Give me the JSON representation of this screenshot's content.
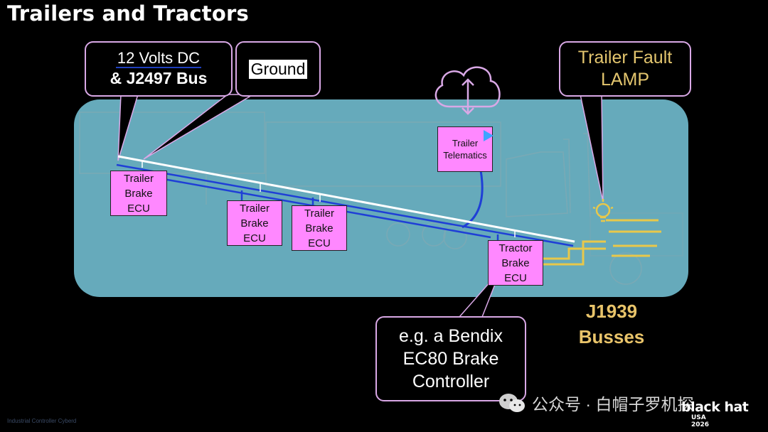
{
  "slide": {
    "title": "Trailers and Tractors"
  },
  "callouts": {
    "power_line1": "12 Volts DC",
    "power_line2": "& J2497 Bus",
    "ground": "Ground",
    "lamp_line1": "Trailer Fault",
    "lamp_line2": "LAMP",
    "bendix_line1": "e.g. a Bendix",
    "bendix_line2": "EC80 Brake",
    "bendix_line3": "Controller"
  },
  "ecus": {
    "trailer1": [
      "Trailer",
      "Brake",
      "ECU"
    ],
    "trailer2": [
      "Trailer",
      "Brake",
      "ECU"
    ],
    "trailer3": [
      "Trailer",
      "Brake",
      "ECU"
    ],
    "telematics": [
      "Trailer",
      "Telematics"
    ],
    "tractor": [
      "Tractor",
      "Brake",
      "ECU"
    ]
  },
  "bus_label": {
    "line1": "J1939",
    "line2": "Busses"
  },
  "footer": {
    "left_note": "Industrial Controller Cyberd"
  },
  "watermark": {
    "text": "公众号 · 白帽子罗机探"
  },
  "logo": {
    "brand": "black hat",
    "event": "USA",
    "year": "2026"
  },
  "colors": {
    "panel": "#66aabb",
    "ecu_fill": "#ff88ff",
    "callout_border": "#d9a8e6",
    "can_bus": "#1f3fd6",
    "power_line": "#ffffff",
    "j1939_text": "#e9c46a"
  },
  "icons": [
    "cloud-upload-download-icon",
    "lightbulb-icon",
    "play-triangle-icon",
    "wechat-icon"
  ]
}
